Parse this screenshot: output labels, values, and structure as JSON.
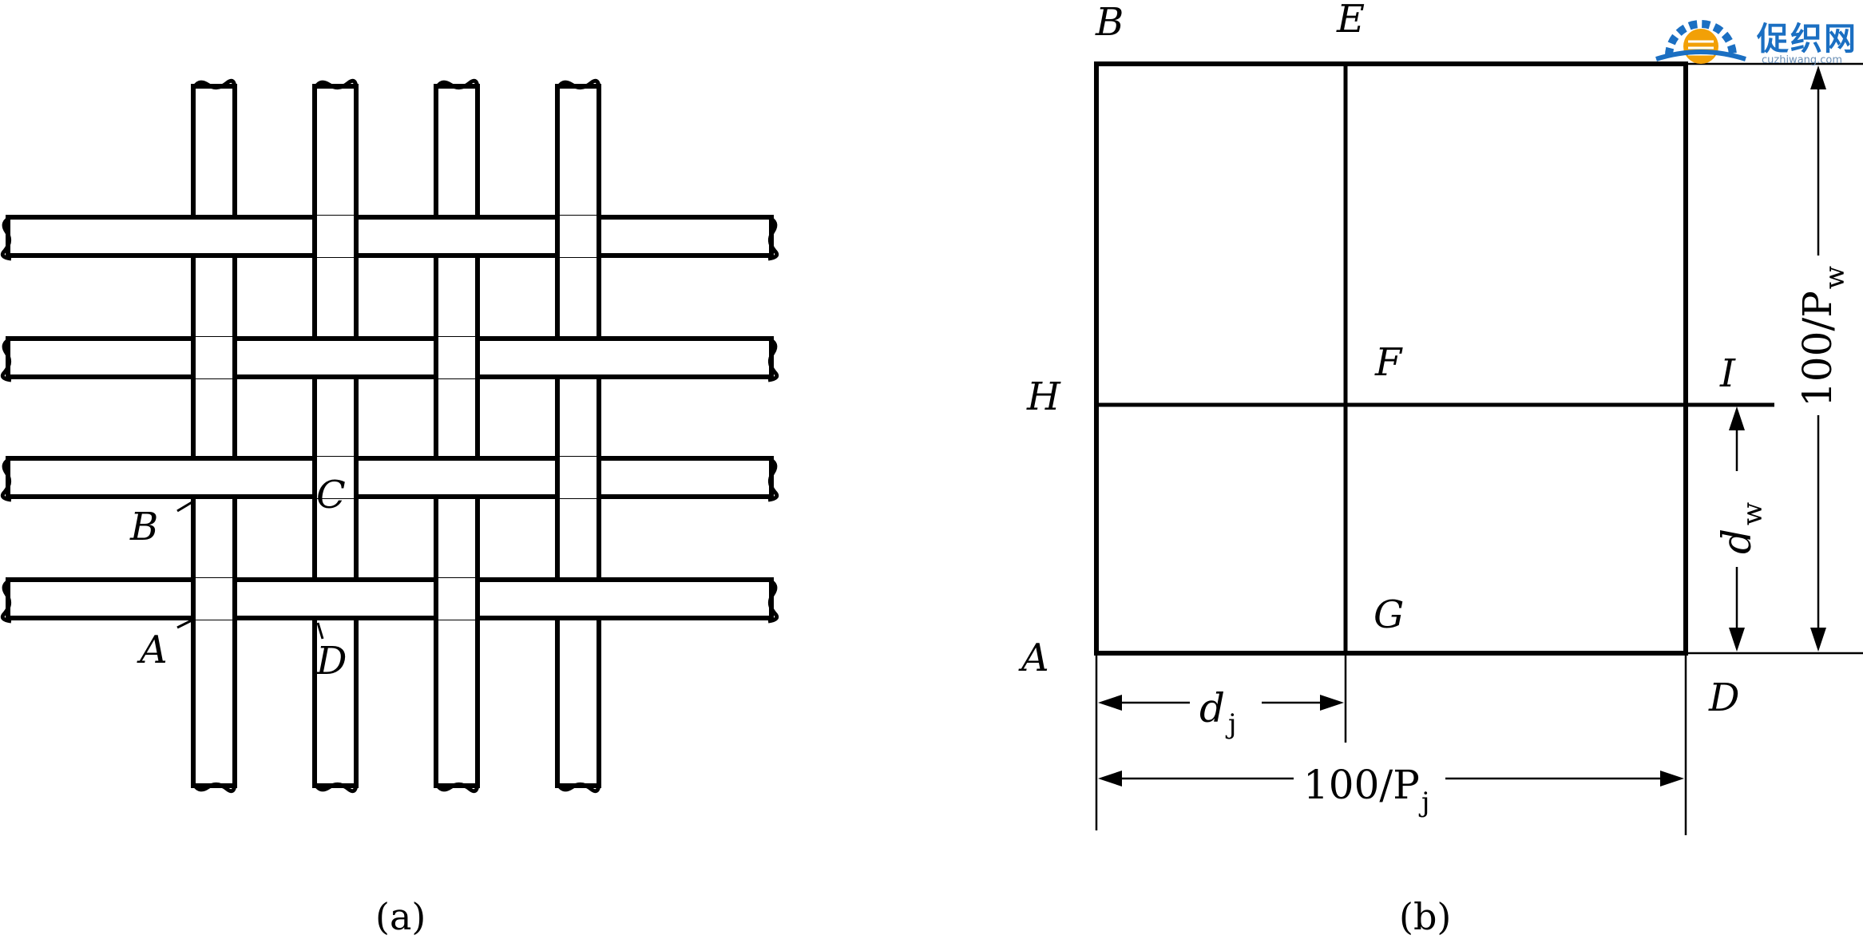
{
  "panel_a": {
    "point_labels": {
      "B": "B",
      "C": "C",
      "A": "A",
      "D": "D"
    },
    "caption": "(a)"
  },
  "panel_b": {
    "corner_labels": {
      "B": "B",
      "E": "E",
      "H": "H",
      "F": "F",
      "I": "I",
      "A": "A",
      "G": "G",
      "D": "D"
    },
    "dim_dj": {
      "main": "d",
      "sub": "j"
    },
    "dim_pj": {
      "main": "100/P",
      "sub": "j"
    },
    "dim_pw": {
      "main": "100/P",
      "sub": "w"
    },
    "dim_dw": {
      "main": "d",
      "sub": "w"
    },
    "caption": "(b)"
  },
  "watermark": {
    "title": "促织网",
    "subtitle": "cuzhiwang.com",
    "colors": {
      "primary": "#1b6fc2",
      "accent": "#f2a007"
    }
  }
}
